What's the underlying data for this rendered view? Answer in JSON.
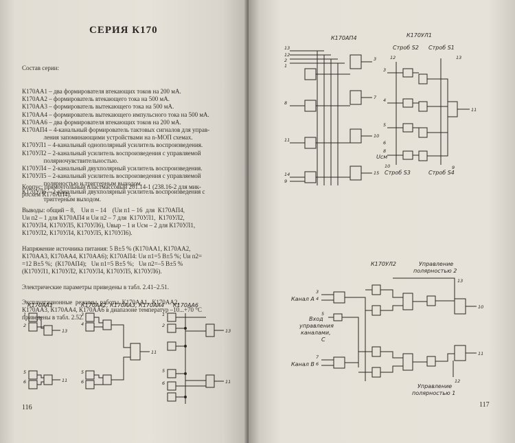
{
  "left_page": {
    "title": "СЕРИЯ К170",
    "composition_heading": "Состав серии:",
    "composition": [
      "К170АА1 – два формирователя втекающих токов на 200 мА.",
      "К170АА2 – формирователь втекающего тока на 500 мА.",
      "К170АА3 – формирователь вытекающего тока на 500 мА.",
      "К170АА4 – формирователь вытекающего импульсного тока на 500 мА.",
      "К170АА6 – два формирователя втекающих токов на 200 мА.",
      "К170АП4 – 4-канальный формирователь тактовых сигналов для управ-",
      "              ления запоминающими устройствами на n-МОП схемах.",
      "К170УЛ1 – 4-канальный однополярный усилитель воспроизведения.",
      "К170УЛ2 – 2-канальный усилитель воспроизведения с управляемой",
      "              полярночувствительностью.",
      "К170УЛ4 – 2-канальный двухполярный усилитель воспроизведения.",
      "К170УЛ5 – 2-канальный усилитель воспроизведения с управляемой",
      "              полярностью и триггерным выходом.",
      "К170УЛ6 – 2-канальный двухполярный усилитель воспроизведения с",
      "              триггерным выходом."
    ],
    "body": [
      "Корпус: прямоугольный пластмассовый 201.14-1 (238.16-2 для мик-",
      "росхем К170АП4).",
      "",
      "Выводы: общий – 8,    Uи п – 14    (Uи п1 – 16  для  К170АП4,",
      "Uи п2 – 1 для К170АП4 и Uи п2 – 7 для  К170УЛ1,  К170УЛ2,",
      "К170УЛ4, К170УЛ5, К170УЛ6), Uвыр – 1 и Uсм – 2 для К170УЛ1,",
      "К170УЛ2, К170УЛ4, К170УЛ5, К170УЛ6).",
      "",
      "Напряжение источника питания: 5 В±5 % (К170АА1, К170АА2,",
      "К170АА3, К170АА4, К170АА6); К170АП4: Uи п1=5 В±5 %; Uи п2=",
      "=12 В±5 %;  (К170АП4);   Uи п1=5 В±5 %;   Uи п2=–5 В±5 %",
      "(К170УЛ1, К170УЛ2, К170УЛ4, К170УЛ5, К170УЛ6).",
      "",
      "Электрические параметры приведены в табл. 2.41–2.51.",
      "",
      "Эксплуатационные  режимы  работы  К170АА1,  К170АА2,",
      "К170АА3, К170АА4, К170АА6 в диапазоне температур –10...+70 °С",
      "приведены в табл. 2.52."
    ],
    "page_number": "116",
    "diagram_labels": {
      "aa1": "К170АА1",
      "aa234": "К170АА2, К170АА3, К170АА4",
      "aa6": "К170АА6"
    }
  },
  "right_page": {
    "page_number": "117",
    "diagram_labels": {
      "ap4": "К170АП4",
      "ul1": "К170УЛ1",
      "ul1_strobes": [
        "Строб S2",
        "Строб S1",
        "Строб S3",
        "Строб S4"
      ],
      "ul1_pin": "Uсм",
      "ul2": "К170УЛ2",
      "ul2_top": [
        "Управление",
        "полярностью 2"
      ],
      "ul2_bottom": [
        "Управление",
        "полярностью 1"
      ],
      "ul2_channel_a": "Канал А",
      "ul2_channel_b": "Канал В",
      "ul2_control": [
        "Вход",
        "управления",
        "каналами,",
        "С"
      ]
    }
  },
  "colors": {
    "paper": "#e6e2d9",
    "ink": "#2a2622",
    "background": "#5a5752"
  }
}
